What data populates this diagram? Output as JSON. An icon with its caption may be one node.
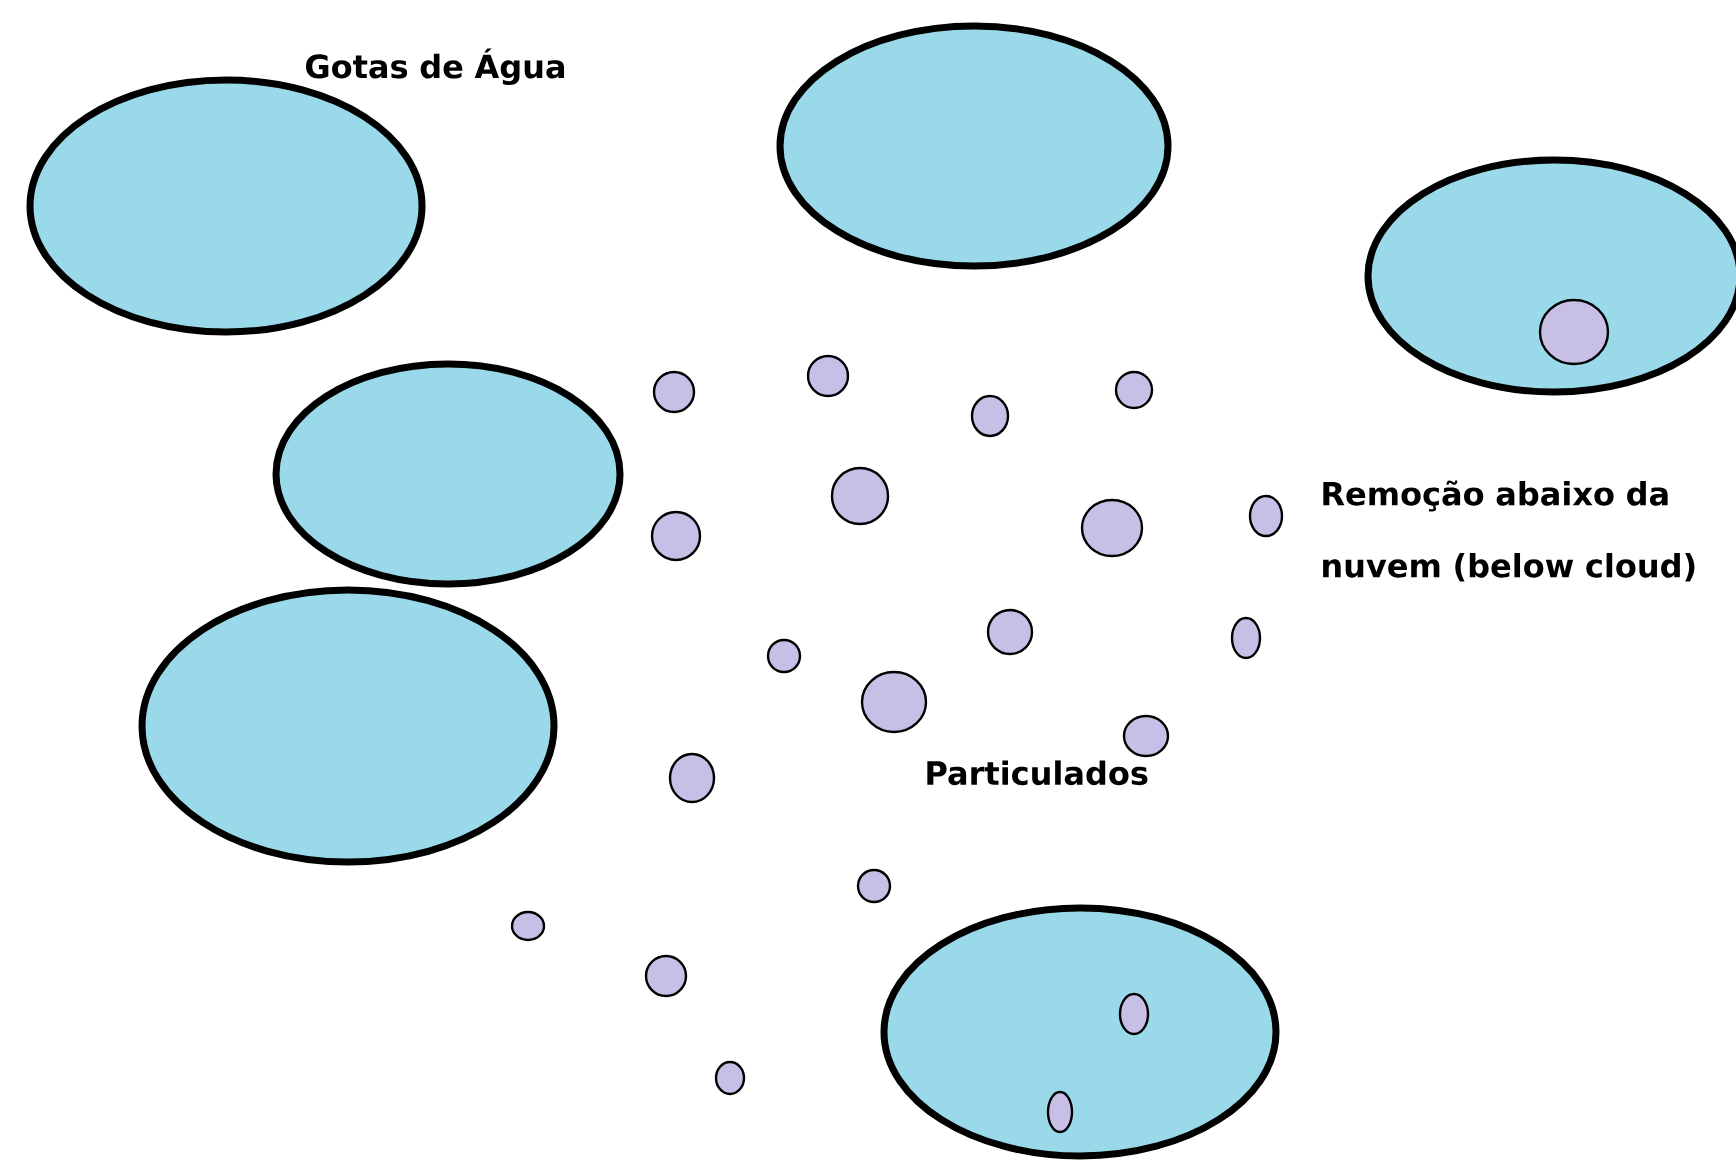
{
  "diagram": {
    "labels": [
      "Gotas de Água",
      "Remoção abaixo da nuvem (below cloud)",
      "Particulados"
    ]
  }
}
